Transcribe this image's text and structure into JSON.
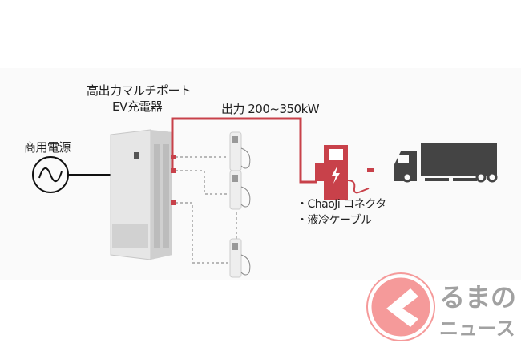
{
  "labels": {
    "charger_title_line1": "高出力マルチポート",
    "charger_title_line2": "EV充電器",
    "output": "出力 200~350kW",
    "power_source": "商用電源",
    "feature_1": "・ChaoJi コネクタ",
    "feature_2": "・液冷ケーブル"
  },
  "logo": {
    "line1": "るまの",
    "line2": "ニュース"
  },
  "colors": {
    "accent": "#c8414a",
    "truck": "#444444",
    "logo": "#f59a9a"
  }
}
